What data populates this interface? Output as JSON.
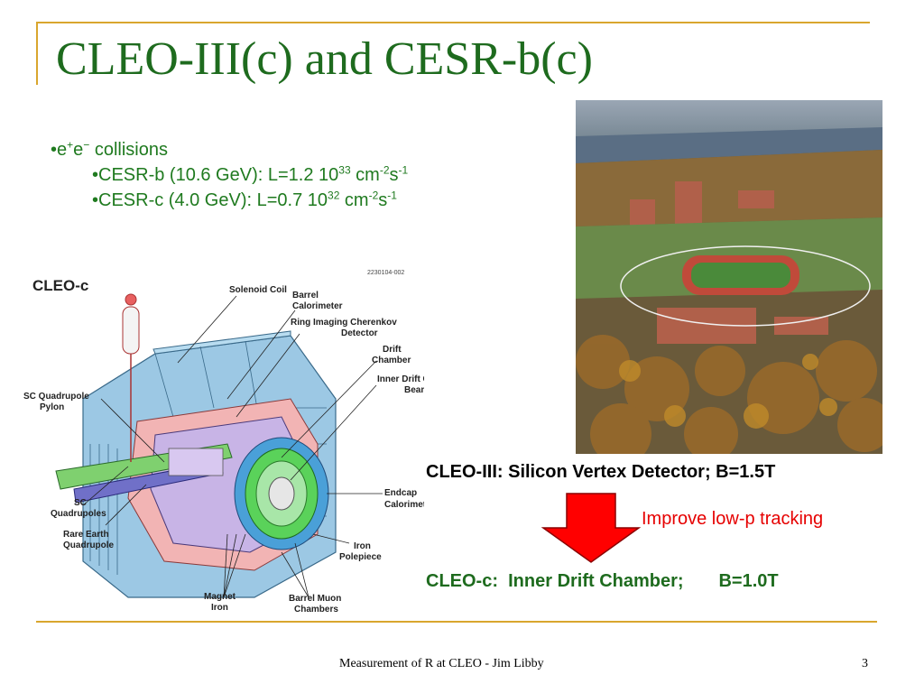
{
  "slide": {
    "title": "CLEO-III(c) and CESR-b(c)",
    "footer": "Measurement of  R at CLEO - Jim Libby",
    "page_number": "3"
  },
  "bullets": {
    "main": {
      "prefix": "•e",
      "sup1": "+",
      "mid": "e",
      "sup2": "−",
      "text": " collisions"
    },
    "cesr_b": {
      "text": "•CESR-b (10.6 GeV):  L=1.2 10",
      "exp": "33",
      "unit1": " cm",
      "unit1_exp": "-2",
      "unit2": "s",
      "unit2_exp": "-1"
    },
    "cesr_c": {
      "text": "•CESR-c   (4.0 GeV):  L=0.7 10",
      "exp": "32",
      "unit1": " cm",
      "unit1_exp": "-2",
      "unit2": "s",
      "unit2_exp": "-1"
    }
  },
  "detector": {
    "title": "CLEO-c",
    "fig_id": "2230104-002",
    "labels": {
      "solenoid": "Solenoid Coil",
      "barrel_cal_1": "Barrel",
      "barrel_cal_2": "Calorimeter",
      "rich_1": "Ring Imaging Cherenkov",
      "rich_2": "Detector",
      "drift_1": "Drift",
      "drift_2": "Chamber",
      "inner_1": "Inner Drift Chamber /",
      "inner_2": "Beampipe",
      "sc_pylon_1": "SC Quadrupole",
      "sc_pylon_2": "Pylon",
      "sc_quad_1": "SC",
      "sc_quad_2": "Quadrupoles",
      "rare_1": "Rare Earth",
      "rare_2": "Quadrupole",
      "endcap_1": "Endcap",
      "endcap_2": "Calorimete",
      "iron_1": "Iron",
      "iron_2": "Polepiece",
      "magnet_1": "Magnet",
      "magnet_2": "Iron",
      "muon_1": "Barrel Muon",
      "muon_2": "Chambers"
    }
  },
  "right": {
    "cleo3": "CLEO-III: Silicon Vertex Detector;  B=1.5T",
    "improve": "Improve low-p tracking",
    "cleoc": "CLEO-c:  Inner Drift Chamber;       B=1.0T"
  },
  "colors": {
    "title": "#1e6b1e",
    "frame": "#d9a62e",
    "arrow": "#ff0000",
    "improve": "#e60000"
  }
}
